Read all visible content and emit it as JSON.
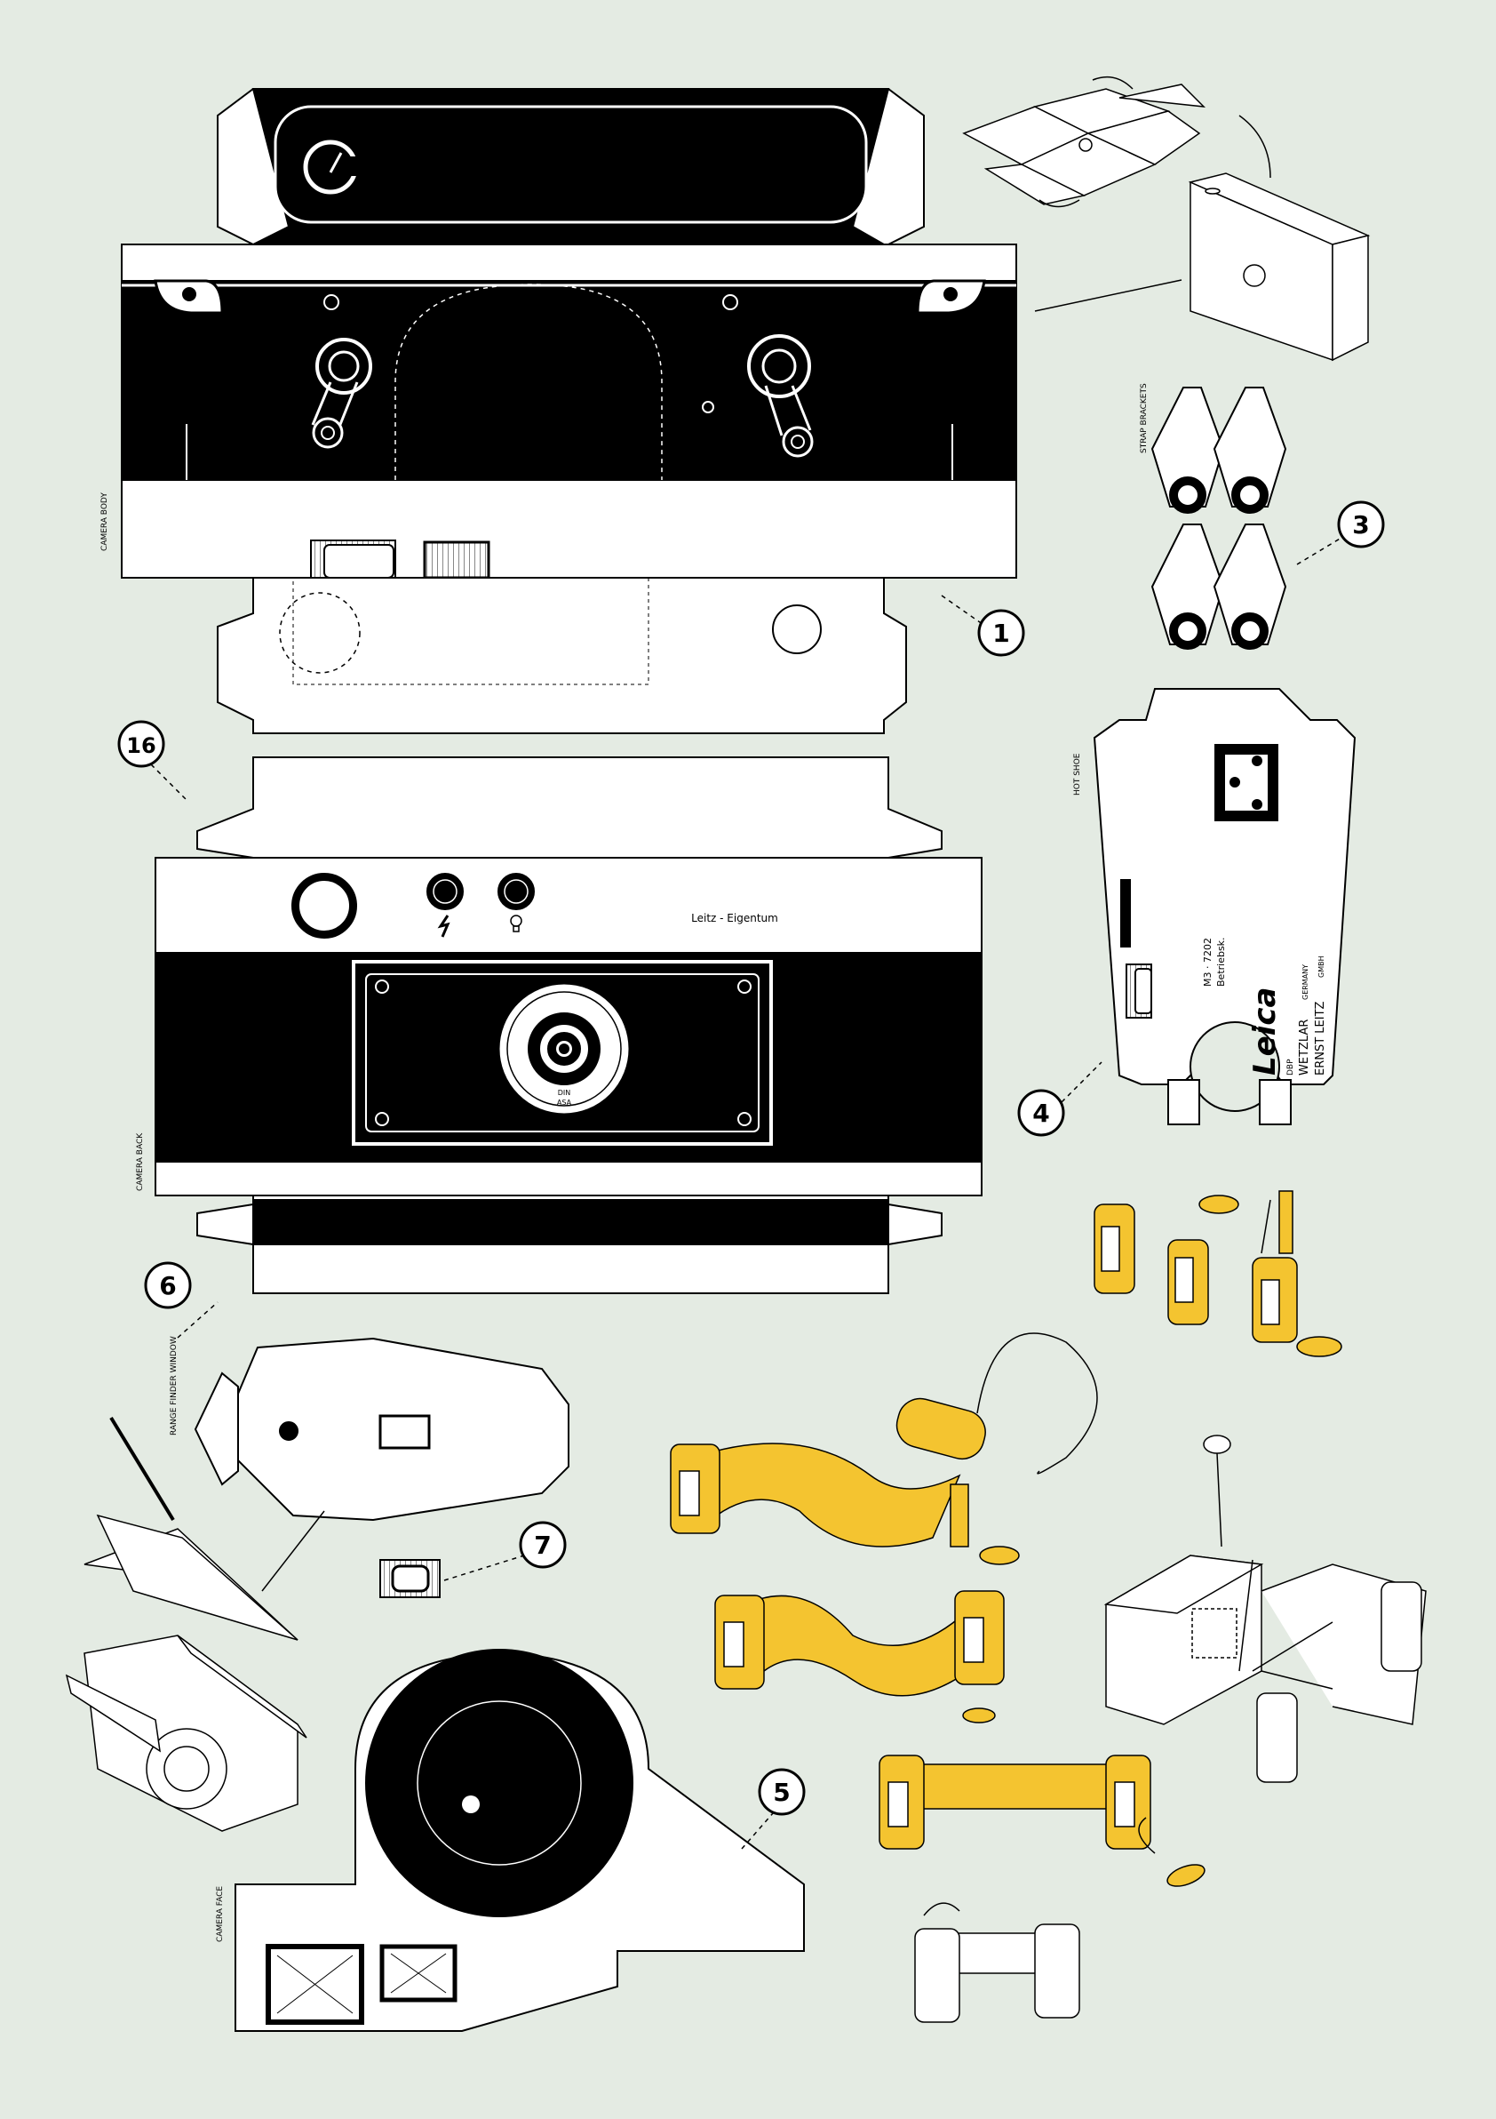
{
  "sheet": {
    "background": "#e4ebe3",
    "ink": "#000000",
    "paper": "#ffffff",
    "film_color": "#f4c430",
    "fold_line": "dashed"
  },
  "panels": {
    "camera_body": "CAMERA BODY",
    "camera_back": "CAMERA BACK",
    "strap_brackets": "STRAP BRACKETS",
    "hot_shoe": "HOT SHOE",
    "range_finder_window": "RANGE FINDER WINDOW",
    "camera_face": "CAMERA FACE"
  },
  "back_panel": {
    "engraving": "Leitz - Eigentum",
    "dial_label_1": "DIN",
    "dial_label_2": "ASA",
    "flash_icon": "bolt-icon",
    "lamp_icon": "bulb-icon"
  },
  "hot_shoe_panel": {
    "model": "M3 · 7202",
    "owner": "Betriebsk.",
    "brand": "Leica",
    "city": "WETZLAR",
    "country": "GERMANY",
    "maker": "ERNST LEITZ",
    "suffix": "GMBH",
    "prefix": "DBP"
  },
  "callouts": [
    {
      "id": "callout-1",
      "label": "1"
    },
    {
      "id": "callout-3",
      "label": "3"
    },
    {
      "id": "callout-4",
      "label": "4"
    },
    {
      "id": "callout-5",
      "label": "5"
    },
    {
      "id": "callout-6",
      "label": "6"
    },
    {
      "id": "callout-7",
      "label": "7"
    },
    {
      "id": "callout-16",
      "label": "16"
    }
  ]
}
